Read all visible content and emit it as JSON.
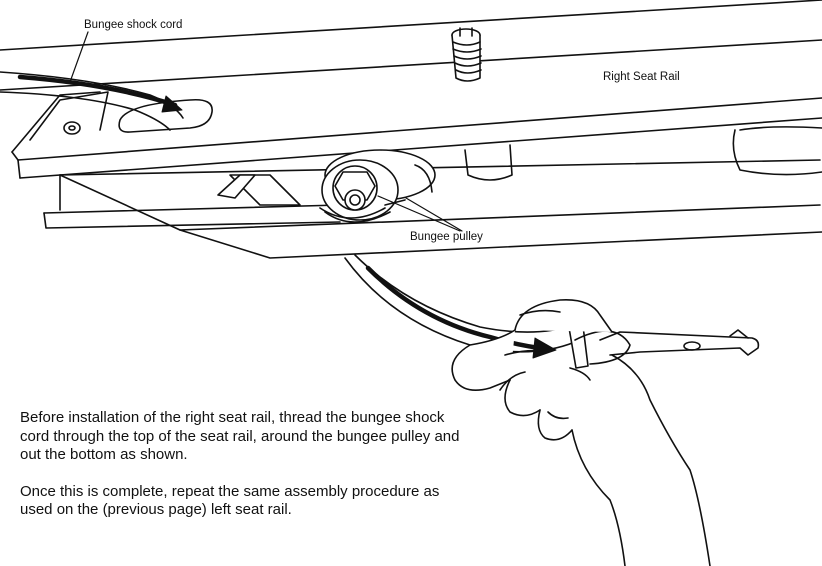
{
  "labels": {
    "bungee_cord": "Bungee shock cord",
    "right_seat_rail": "Right Seat Rail",
    "bungee_pulley": "Bungee pulley"
  },
  "instructions": {
    "paragraph_1": "Before installation of the right seat rail,  thread the bungee shock cord through the top of the seat rail, around the bungee pulley and out the bottom as shown.",
    "paragraph_2": "Once this is complete, repeat the same assembly procedure as used on the (previous page) left seat rail."
  },
  "colors": {
    "line": "#111111",
    "background": "#ffffff"
  }
}
